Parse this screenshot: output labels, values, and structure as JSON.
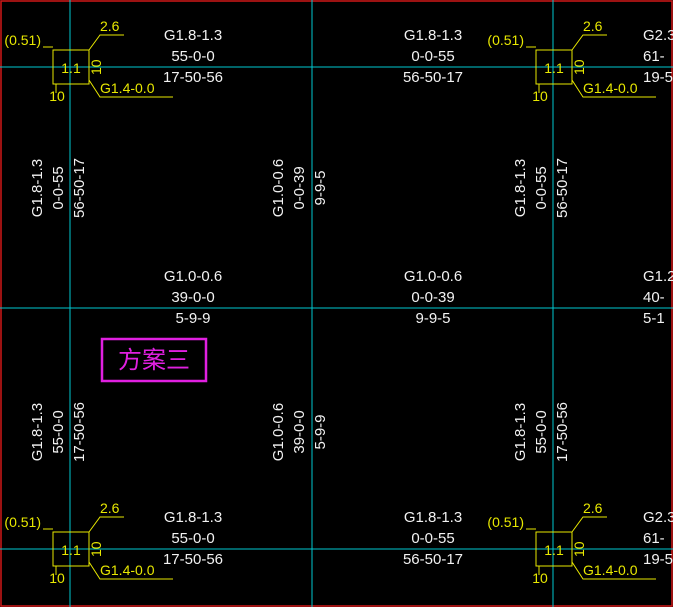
{
  "scheme_title": "方案三",
  "colors": {
    "background": "#000000",
    "grid": "#00c8d0",
    "column": "#e8e800",
    "annotation": "#f2f2f2",
    "title": "#e020e0",
    "frame": "#d01818"
  },
  "columns": [
    {
      "id": "c-tl",
      "size": "1.1",
      "dim_top": "2.6",
      "dim_right": "10",
      "dim_bottom": "10",
      "label": "(0.51)",
      "rebar": "G1.4-0.0"
    },
    {
      "id": "c-tr",
      "size": "1.1",
      "dim_top": "2.6",
      "dim_right": "10",
      "dim_bottom": "10",
      "label": "(0.51)",
      "rebar": "G1.4-0.0"
    },
    {
      "id": "c-bl",
      "size": "1.1",
      "dim_top": "2.6",
      "dim_right": "10",
      "dim_bottom": "10",
      "label": "(0.51)",
      "rebar": "G1.4-0.0"
    },
    {
      "id": "c-br",
      "size": "1.1",
      "dim_top": "2.6",
      "dim_right": "10",
      "dim_bottom": "10",
      "label": "(0.51)",
      "rebar": "G1.4-0.0"
    }
  ],
  "beams_horizontal": [
    {
      "id": "h-top-left",
      "lines": [
        "G1.8-1.3",
        "55-0-0",
        "17-50-56"
      ]
    },
    {
      "id": "h-top-mid",
      "lines": [
        "G1.8-1.3",
        "0-0-55",
        "56-50-17"
      ]
    },
    {
      "id": "h-top-right",
      "lines": [
        "G2.3",
        "61-",
        "19-5"
      ]
    },
    {
      "id": "h-mid-left",
      "lines": [
        "G1.0-0.6",
        "39-0-0",
        "5-9-9"
      ]
    },
    {
      "id": "h-mid-mid",
      "lines": [
        "G1.0-0.6",
        "0-0-39",
        "9-9-5"
      ]
    },
    {
      "id": "h-mid-right",
      "lines": [
        "G1.2",
        "40-",
        "5-1"
      ]
    },
    {
      "id": "h-bot-left",
      "lines": [
        "G1.8-1.3",
        "55-0-0",
        "17-50-56"
      ]
    },
    {
      "id": "h-bot-mid",
      "lines": [
        "G1.8-1.3",
        "0-0-55",
        "56-50-17"
      ]
    },
    {
      "id": "h-bot-right",
      "lines": [
        "G2.3",
        "61-",
        "19-5"
      ]
    }
  ],
  "beams_vertical": [
    {
      "id": "v-up-left",
      "lines": [
        "G1.8-1.3",
        "0-0-55",
        "56-50-17"
      ]
    },
    {
      "id": "v-up-mid",
      "lines": [
        "G1.0-0.6",
        "0-0-39",
        "9-9-5"
      ]
    },
    {
      "id": "v-up-right",
      "lines": [
        "G1.8-1.3",
        "0-0-55",
        "56-50-17"
      ]
    },
    {
      "id": "v-lo-left",
      "lines": [
        "G1.8-1.3",
        "55-0-0",
        "17-50-56"
      ]
    },
    {
      "id": "v-lo-mid",
      "lines": [
        "G1.0-0.6",
        "39-0-0",
        "5-9-9"
      ]
    },
    {
      "id": "v-lo-right",
      "lines": [
        "G1.8-1.3",
        "55-0-0",
        "17-50-56"
      ]
    }
  ]
}
